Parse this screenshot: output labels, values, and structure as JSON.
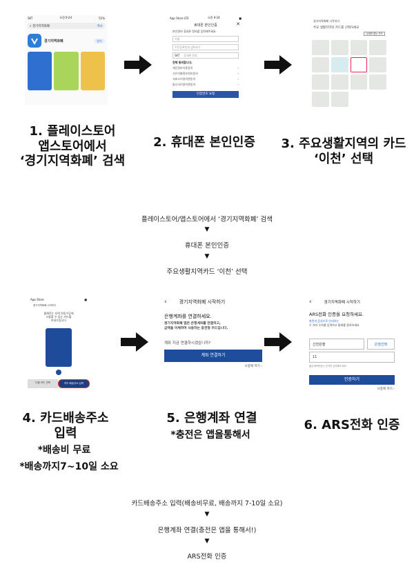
{
  "steps": [
    {
      "caption_lines": [
        "1. 플레이스토어",
        "앱스토어에서",
        "‘경기지역화폐’ 검색"
      ]
    },
    {
      "caption_lines": [
        "2. 휴대폰 본인인증"
      ]
    },
    {
      "caption_lines": [
        "3. 주요생활지역의 카드",
        "‘이천’ 선택"
      ]
    },
    {
      "caption_lines": [
        "4. 카드배송주소",
        "입력"
      ],
      "notes": [
        "*배송비 무료",
        "*배송까지7~10일 소요"
      ]
    },
    {
      "caption_lines": [
        "5. 은행계좌 연결"
      ],
      "notes": [
        "*충전은 앱을통해서"
      ]
    },
    {
      "caption_lines": [
        "6. ARS전화 인증"
      ]
    }
  ],
  "flow_top": [
    "플레이스토어/앱스토어에서 ‘경기지역화폐’ 검색",
    "휴대폰 본인인증",
    "주요생활지역카드 ‘이천’ 선택"
  ],
  "flow_bottom": [
    "카드배송주소 입력(배송비무료, 배송까지 7-10일 소요)",
    "은행계좌 연결(충전은 앱을 통해서!)",
    "ARS전화 인증"
  ],
  "flow_marker": "▼",
  "panel1": {
    "time": "오전 9:24",
    "carrier": "SKT",
    "battery": "51%",
    "search": "경기지역화폐",
    "cancel": "취소",
    "app_name": "경기지역화폐",
    "get": "받기"
  },
  "panel2": {
    "carrier": "App Store",
    "net": "LTE",
    "time": "오전 9:24",
    "title": "휴대폰 본인인증",
    "intro": "본인명의 휴대폰 정보를 입력해주세요.",
    "name_placeholder": "이름",
    "birth_placeholder": "주민등록번호 앞6자리",
    "telco": "SKT",
    "phone_placeholder": "휴대폰 번호",
    "agree_all": "전체 동의합니다.",
    "terms": [
      "개인정보이용동의",
      "고유식별정보처리동의",
      "서비스이용약관동의",
      "통신사이용약관동의"
    ],
    "confirm": "인증번호 요청"
  },
  "panel3": {
    "title": "경기지역화폐 시작하기",
    "line1": "주요 생활지역의 카드를 선택하세요",
    "help": "나에게 맞는 카드"
  },
  "panel4": {
    "carrier": "App Store",
    "title": "경기지역화폐 시작하기",
    "lines": [
      "올해로는 지역 아동수당에",
      "사용할 수 있는 카드를",
      "보내드립니다"
    ],
    "btn_left": "다음 카드 선택",
    "btn_right": "카드 배송주소 입력"
  },
  "panel5": {
    "title": "경기지역화폐 시작하기",
    "heading": "은행계좌를 연결하세요.",
    "body1": "경기지역화폐 앱은 은행계좌를 연결하고,",
    "body2": "금액을 이체하여 사용하는 충전형 카드입니다.",
    "question": "계좌 지금 연결하시겠습니까?",
    "btn": "계좌 연결하기",
    "later": "나중에 하기 ›"
  },
  "panel6": {
    "title": "경기지역화폐 시작하기",
    "heading": "ARS전화 인증을 요청하세요.",
    "line1": "화면과 음성으로 안내하는",
    "line2": "두 자리 숫자를 입력하고 통화를 종료하세요",
    "bank": "신한은행",
    "bank_btn": "은행선택",
    "acct": "11",
    "hint": "출금계좌번호는 숫자만 입력해주세요.",
    "btn": "인증하기",
    "later": "나중에 하기 ›"
  },
  "colors": {
    "accent": "#1f4d9c",
    "arrow": "#111111",
    "link": "#2a6bdb"
  }
}
